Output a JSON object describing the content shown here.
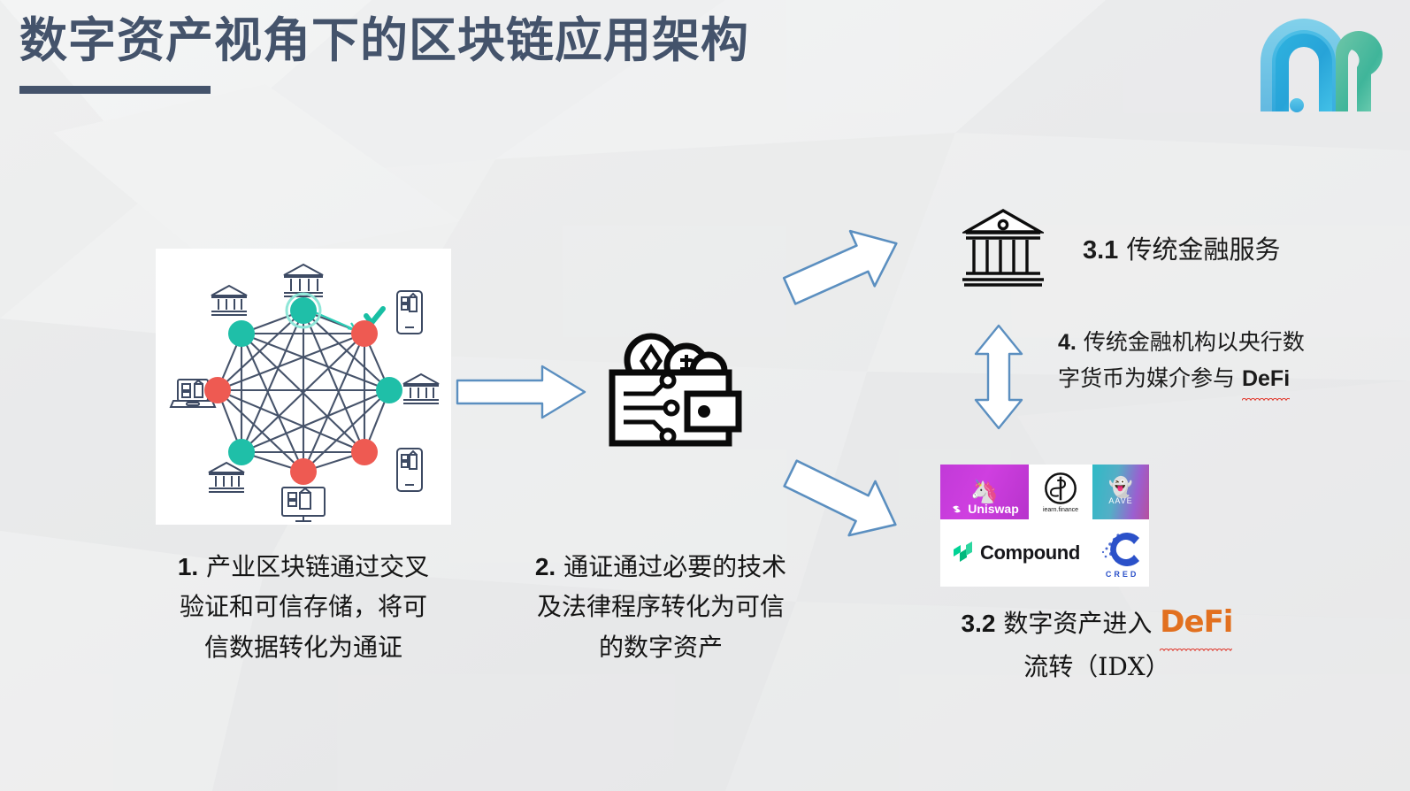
{
  "slide": {
    "title": "数字资产视角下的区块链应用架构",
    "accent_color": "#44536b",
    "background_color": "#eceded",
    "logo_name": "company-logo-m"
  },
  "diagram": {
    "network": {
      "icon_name": "blockchain-network-illustration",
      "node_color_a": "#1fbfa8",
      "node_color_b": "#ee5a52",
      "link_color": "#3d4a63",
      "node_count": 8,
      "peripheral_icons": [
        "bank",
        "bank",
        "bank",
        "bank",
        "laptop",
        "phone",
        "phone",
        "monitor"
      ]
    },
    "wallet": {
      "icon_name": "crypto-wallet-icon",
      "coins": [
        "ethereum",
        "bitcoin"
      ]
    },
    "arrows": {
      "mid": "arrow-right",
      "to_bank": "arrow-up-right",
      "to_defi": "arrow-down-right",
      "between": "arrow-up-down-double",
      "outline_color": "#5b8fc0",
      "fill_color": "#ffffff"
    },
    "captions": {
      "step1_num": "1.",
      "step1": "产业区块链通过交叉验证和可信存储，将可信数据转化为通证",
      "step1_line1": "产业区块链通过交叉",
      "step1_line2": "验证和可信存储，将可",
      "step1_line3": "信数据转化为通证",
      "step2_num": "2.",
      "step2": "通证通过必要的技术及法律程序转化为可信的数字资产",
      "step2_line1": "通证通过必要的技术",
      "step2_line2": "及法律程序转化为可信",
      "step2_line3": "的数字资产"
    },
    "right_column": {
      "bank_icon_name": "bank-building-icon",
      "step31_num": "3.1",
      "step31": "传统金融服务",
      "step4_num": "4.",
      "step4_line1": "传统金融机构以央行数",
      "step4_line2_cn": "字货币为媒介参与",
      "step4_line2_en": "DeFi",
      "step4_full": "4. 传统金融机构以央行数字货币为媒介参与 DeFi",
      "step32_num": "3.2",
      "step32_pre": "数字资产进入",
      "step32_defi": "DeFi",
      "step32_line2": "流转（IDX）",
      "step32_full": "3.2 数字资产进入 DeFi 流转（IDX）",
      "defi_brand_color": "#e2701f",
      "spellcheck_color": "#e03a2f"
    },
    "defi_logos": [
      {
        "name": "uniswap",
        "label": "Uniswap",
        "bg": "#c13ad8",
        "icon": "unicorn"
      },
      {
        "name": "yearn-finance",
        "label": "iearn.finance",
        "bg": "#ffffff",
        "icon": "yearn-loop"
      },
      {
        "name": "aave",
        "label": "AAVE",
        "bg": "#2ebac6",
        "icon": "ghost"
      },
      {
        "name": "compound",
        "label": "Compound",
        "bg": "#ffffff",
        "icon": "compound-mark"
      },
      {
        "name": "cred",
        "label": "CRED",
        "bg": "#ffffff",
        "icon": "cred-c"
      }
    ]
  }
}
